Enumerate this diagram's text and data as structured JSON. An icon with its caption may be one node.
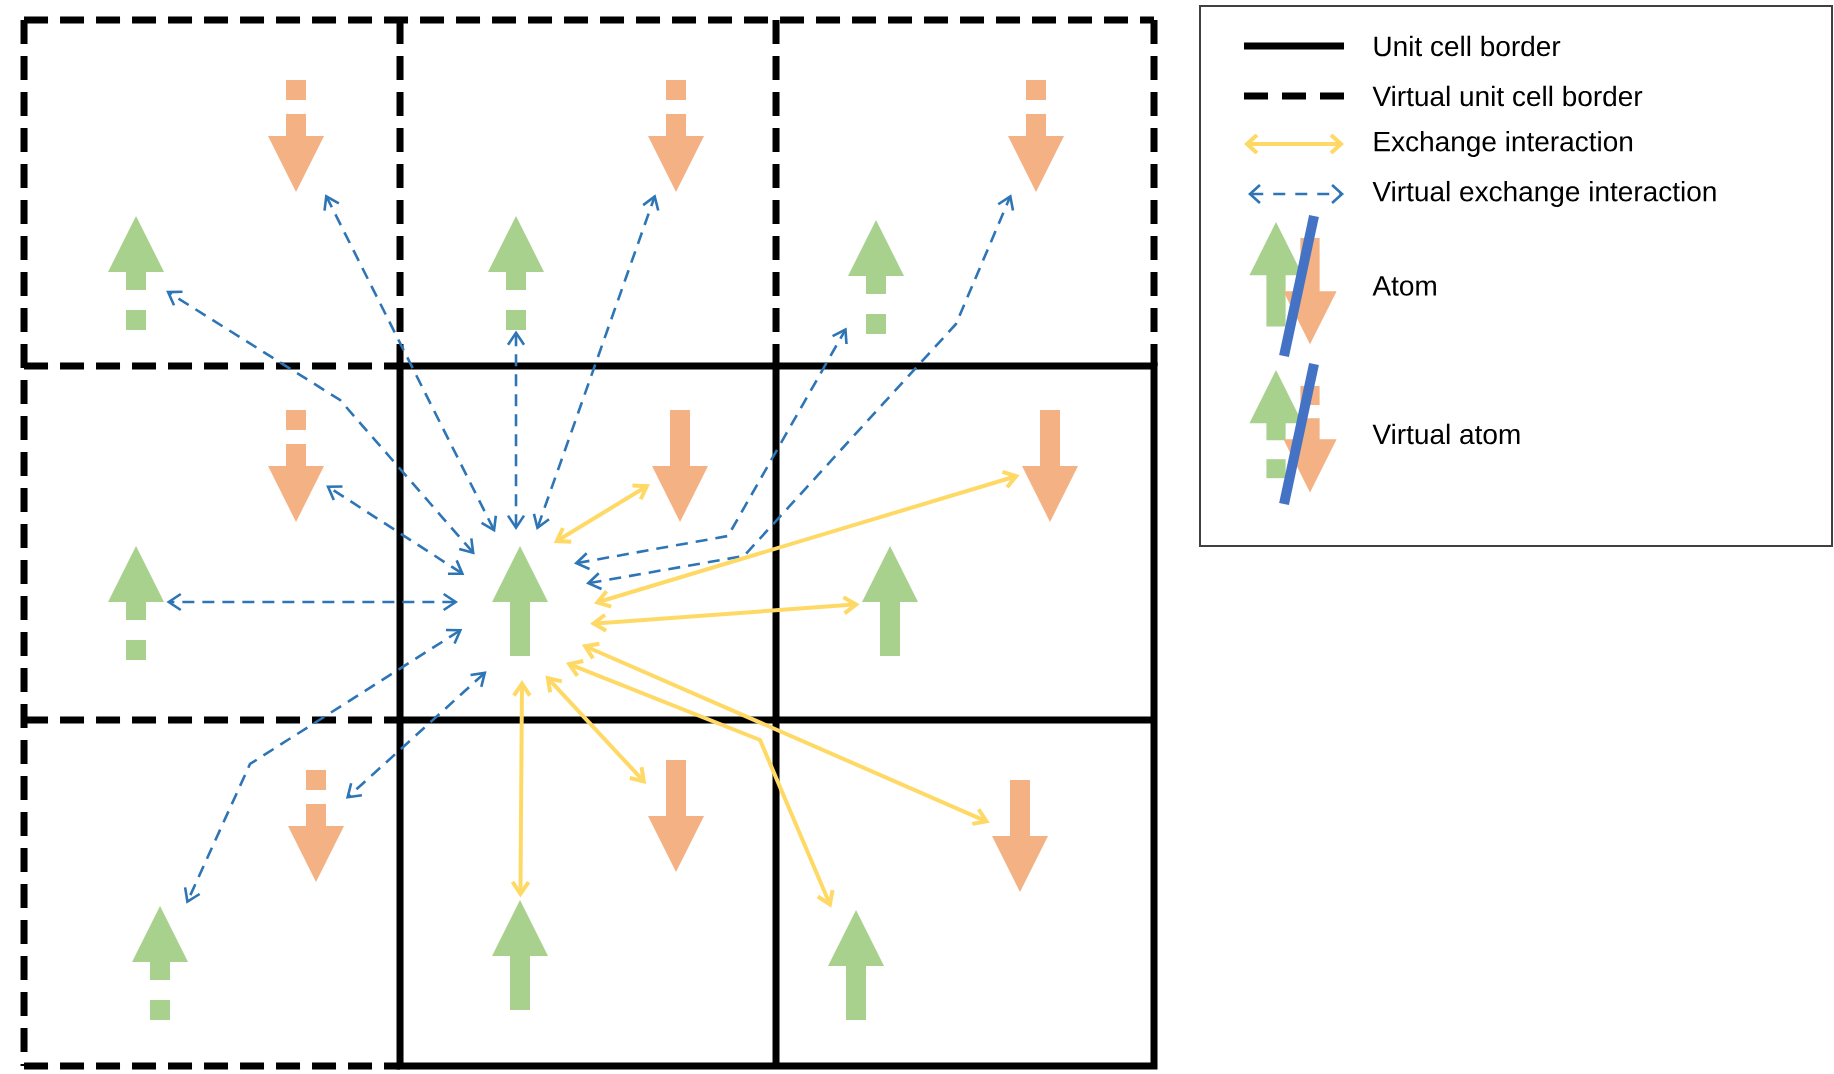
{
  "diagram": {
    "nodes": [
      {
        "text": [],
        "shape": "arrow"
      },
      {
        "text": [],
        "shape": "arrow"
      },
      {
        "text": [],
        "shape": "arrow"
      },
      {
        "text": [],
        "shape": "arrow"
      },
      {
        "text": [],
        "shape": "arrow"
      },
      {
        "text": [],
        "shape": "arrow"
      },
      {
        "text": [],
        "shape": "arrow"
      },
      {
        "text": [],
        "shape": "arrow"
      },
      {
        "text": [],
        "shape": "arrow"
      },
      {
        "text": [],
        "shape": "arrow"
      },
      {
        "text": [],
        "shape": "arrow"
      },
      {
        "text": [],
        "shape": "arrow"
      },
      {
        "text": [],
        "shape": "arrow"
      },
      {
        "text": [],
        "shape": "arrow"
      },
      {
        "text": [],
        "shape": "arrow"
      },
      {
        "text": [],
        "shape": "arrow"
      },
      {
        "text": [],
        "shape": "arrow"
      },
      {
        "text": [],
        "shape": "arrow"
      }
    ],
    "edges": [
      {
        "from": 8,
        "to": 0,
        "arrow": "both",
        "style": "dashed"
      },
      {
        "from": 8,
        "to": 1,
        "arrow": "both",
        "style": "dashed"
      },
      {
        "from": 8,
        "to": 2,
        "arrow": "both",
        "style": "dashed"
      },
      {
        "from": 8,
        "to": 3,
        "arrow": "both",
        "style": "dashed"
      },
      {
        "from": 8,
        "to": 4,
        "arrow": "both",
        "style": "dashed"
      },
      {
        "from": 8,
        "to": 5,
        "arrow": "both",
        "style": "dashed"
      },
      {
        "from": 8,
        "to": 6,
        "arrow": "both",
        "style": "dashed"
      },
      {
        "from": 8,
        "to": 7,
        "arrow": "both",
        "style": "dashed"
      },
      {
        "from": 8,
        "to": 12,
        "arrow": "both",
        "style": "dashed"
      },
      {
        "from": 8,
        "to": 13,
        "arrow": "both",
        "style": "dashed"
      },
      {
        "from": 8,
        "to": 9,
        "arrow": "both",
        "color": "#ffd966"
      },
      {
        "from": 8,
        "to": 10,
        "arrow": "both",
        "color": "#ffd966"
      },
      {
        "from": 8,
        "to": 11,
        "arrow": "both",
        "color": "#ffd966"
      },
      {
        "from": 8,
        "to": 14,
        "arrow": "both",
        "color": "#ffd966"
      },
      {
        "from": 8,
        "to": 15,
        "arrow": "both",
        "color": "#ffd966"
      },
      {
        "from": 8,
        "to": 16,
        "arrow": "both",
        "color": "#ffd966"
      },
      {
        "from": 8,
        "to": 17,
        "arrow": "both",
        "color": "#ffd966"
      }
    ],
    "legend": [
      {
        "text": "Unit cell border"
      },
      {
        "text": "Virtual unit cell border"
      },
      {
        "text": "Exchange interaction"
      },
      {
        "text": "Virtual exchange interaction"
      },
      {
        "text": "Atom"
      },
      {
        "text": "Virtual atom"
      }
    ]
  }
}
